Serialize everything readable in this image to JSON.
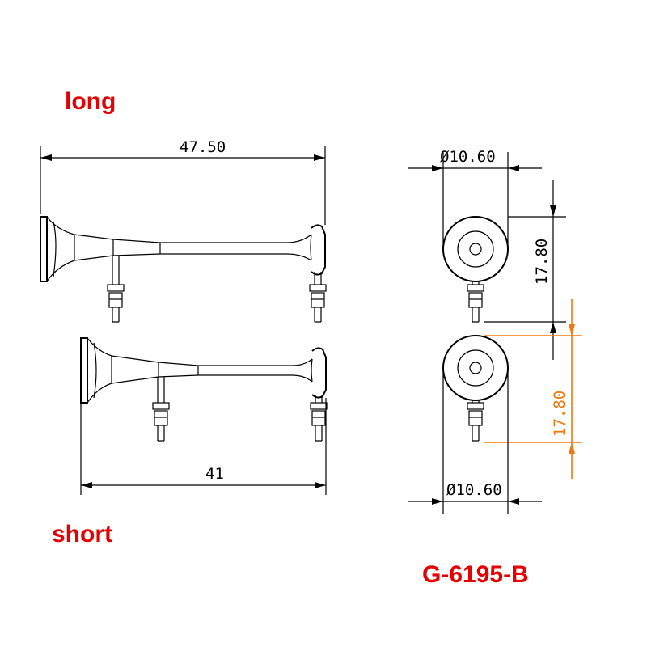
{
  "labels": {
    "long": "long",
    "short": "short",
    "model": "G-6195-B"
  },
  "dimensions": {
    "long_length": "47.50",
    "short_length": "41",
    "top_diameter": "Ø10.60",
    "bottom_diameter": "Ø10.60",
    "top_height": "17.80",
    "bottom_height": "17.80"
  },
  "colors": {
    "label": "#e60000",
    "highlight_dimension": "#f07a10",
    "line": "#000000"
  }
}
